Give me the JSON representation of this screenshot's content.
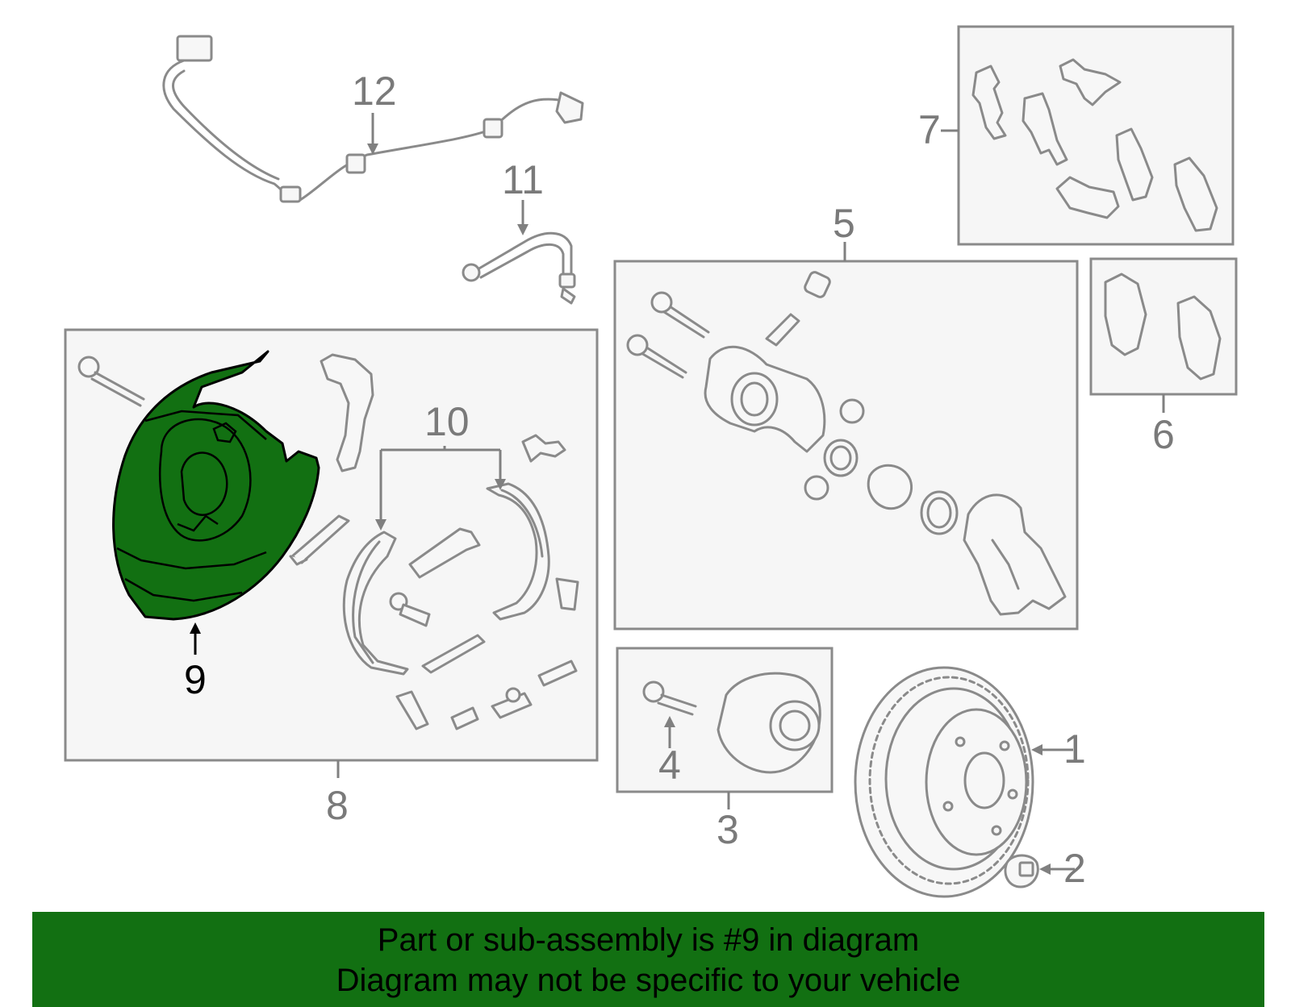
{
  "callouts": {
    "c1": "1",
    "c2": "2",
    "c3": "3",
    "c4": "4",
    "c5": "5",
    "c6": "6",
    "c7": "7",
    "c8": "8",
    "c9": "9",
    "c10": "10",
    "c11": "11",
    "c12": "12"
  },
  "banner": {
    "line1": "Part or sub-assembly is #9 in diagram",
    "line2": "Diagram may not be specific to your vehicle"
  },
  "colors": {
    "highlight": "#127012",
    "outline": "#8a8a8a",
    "box_fill": "#f6f6f6"
  }
}
